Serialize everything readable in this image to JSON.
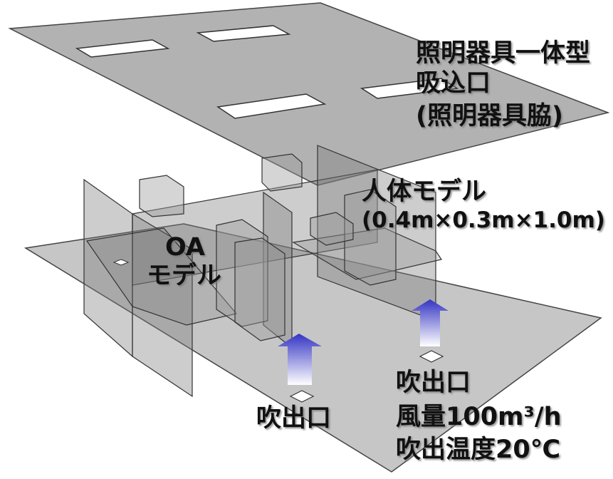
{
  "labels": {
    "ceiling_outlet": {
      "line1": "照明器具一体型",
      "line2": "吸込口",
      "line3": "(照明器具脇)"
    },
    "human_model": {
      "line1": "人体モデル",
      "line2": "(0.4m×0.3m×1.0m)"
    },
    "oa_model": {
      "line1": "OA",
      "line2": "モデル"
    },
    "supply_left": "吹出口",
    "supply_right": {
      "line1": "吹出口",
      "line2": "風量100m³/h",
      "line3": "吹出温度20℃"
    }
  },
  "colors": {
    "ceiling": "#b4b4b4",
    "floor": "#c8c8c8",
    "partition": "#7f7f7f",
    "box": "#9a9a9a",
    "arrow_top": "#3a3ac8",
    "arrow_bottom": "#ffffff"
  }
}
